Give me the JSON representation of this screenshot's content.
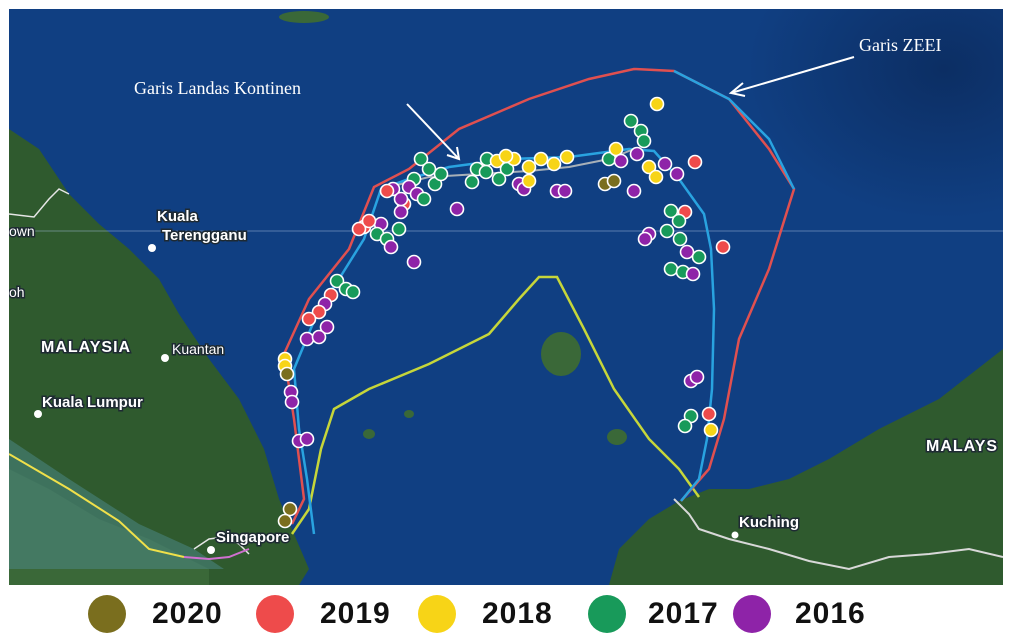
{
  "map": {
    "annotations": {
      "zeei": "Garis ZEEI",
      "landas": "Garis Landas Kontinen"
    },
    "places": {
      "kuala_terengganu_1": "Kuala",
      "kuala_terengganu_2": "Terengganu",
      "kuantan": "Kuantan",
      "malaysia_west": "MALAYSIA",
      "kuala_lumpur": "Kuala Lumpur",
      "singapore": "Singapore",
      "kuching": "Kuching",
      "malaysia_east": "MALAYS",
      "edge_own": "own",
      "edge_oh": "oh"
    },
    "colors": {
      "sea": "#0d3a7a",
      "land": "#2f5a2e",
      "zeei_line": "#e05050",
      "continental_line": "#29a3e0",
      "inner_line": "#c6d63a",
      "connector_line": "#a7b0b8"
    }
  },
  "legend": [
    {
      "year": "2020",
      "color": "#7a6e1e"
    },
    {
      "year": "2019",
      "color": "#ee4b4b"
    },
    {
      "year": "2018",
      "color": "#f7d417"
    },
    {
      "year": "2017",
      "color": "#189a5a"
    },
    {
      "year": "2016",
      "color": "#8e23a8"
    }
  ]
}
